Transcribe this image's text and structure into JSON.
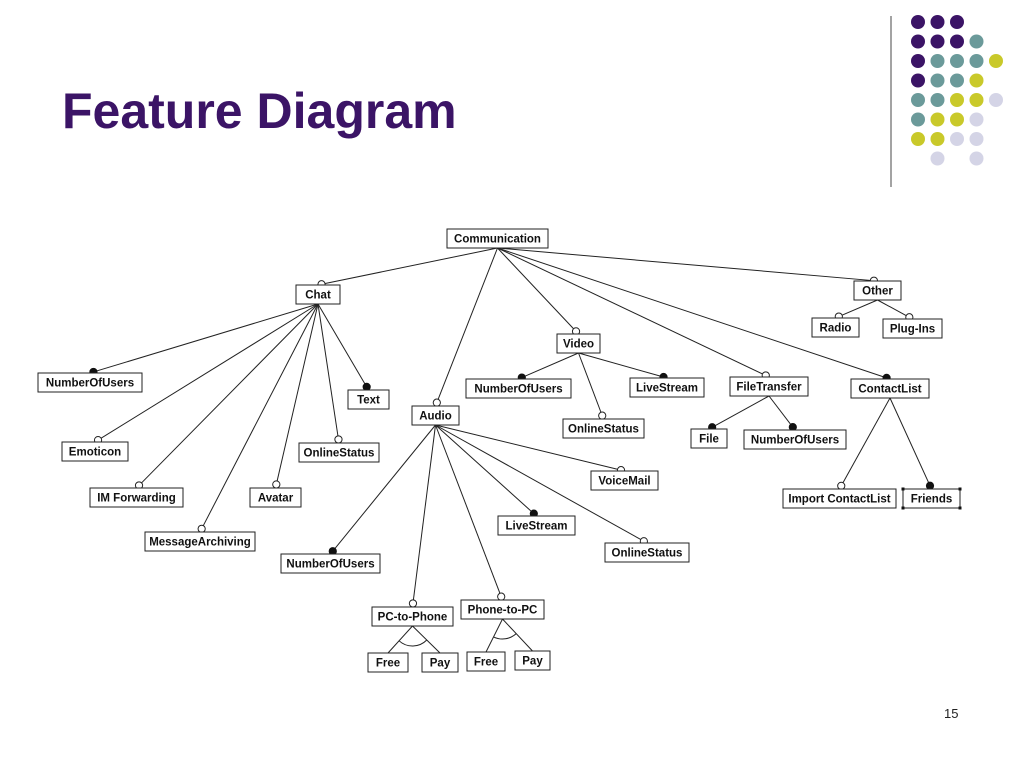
{
  "slide": {
    "title": "Feature Diagram",
    "page_number": "15"
  },
  "colors": {
    "title": "#3b1466",
    "dot_purple": "#3b1466",
    "dot_teal": "#6b9a9a",
    "dot_yellow": "#c9c92a",
    "dot_lavender": "#d4d4e6",
    "divider": "#666666"
  },
  "decor_dots_grid": [
    [
      "purple",
      "purple",
      "purple",
      "",
      ""
    ],
    [
      "purple",
      "purple",
      "purple",
      "teal",
      ""
    ],
    [
      "purple",
      "teal",
      "teal",
      "teal",
      "yellow"
    ],
    [
      "purple",
      "teal",
      "teal",
      "yellow",
      ""
    ],
    [
      "teal",
      "teal",
      "yellow",
      "yellow",
      "lavender"
    ],
    [
      "teal",
      "yellow",
      "yellow",
      "lavender",
      ""
    ],
    [
      "yellow",
      "yellow",
      "lavender",
      "lavender",
      ""
    ],
    [
      "",
      "lavender",
      "",
      "lavender",
      ""
    ]
  ],
  "diagram": {
    "nodes": {
      "communication": "Communication",
      "chat": "Chat",
      "other": "Other",
      "radio": "Radio",
      "plugins": "Plug-Ins",
      "video": "Video",
      "chat_numberofusers": "NumberOfUsers",
      "text": "Text",
      "audio": "Audio",
      "video_numberofusers": "NumberOfUsers",
      "video_livestream": "LiveStream",
      "filetransfer": "FileTransfer",
      "contactlist": "ContactList",
      "emoticon": "Emoticon",
      "chat_onlinestatus": "OnlineStatus",
      "video_onlinestatus": "OnlineStatus",
      "file": "File",
      "ft_numberofusers": "NumberOfUsers",
      "voicemail": "VoiceMail",
      "imforwarding": "IM Forwarding",
      "avatar": "Avatar",
      "import_contactlist": "Import ContactList",
      "friends": "Friends",
      "audio_livestream": "LiveStream",
      "messagearchiving": "MessageArchiving",
      "audio_onlinestatus": "OnlineStatus",
      "audio_numberofusers": "NumberOfUsers",
      "phone_to_pc": "Phone-to-PC",
      "pc_to_phone": "PC-to-Phone",
      "p2p_free": "Free",
      "p2p_pay": "Pay",
      "ph2pc_free": "Free",
      "ph2pc_pay": "Pay"
    },
    "edges": [
      {
        "from": "communication",
        "to": "chat",
        "kind": "optional"
      },
      {
        "from": "communication",
        "to": "other",
        "kind": "optional"
      },
      {
        "from": "communication",
        "to": "video",
        "kind": "optional"
      },
      {
        "from": "communication",
        "to": "audio",
        "kind": "optional"
      },
      {
        "from": "communication",
        "to": "filetransfer",
        "kind": "optional"
      },
      {
        "from": "communication",
        "to": "contactlist",
        "kind": "mandatory"
      },
      {
        "from": "other",
        "to": "radio",
        "kind": "optional"
      },
      {
        "from": "other",
        "to": "plugins",
        "kind": "optional"
      },
      {
        "from": "chat",
        "to": "chat_numberofusers",
        "kind": "mandatory"
      },
      {
        "from": "chat",
        "to": "text",
        "kind": "mandatory"
      },
      {
        "from": "chat",
        "to": "emoticon",
        "kind": "optional"
      },
      {
        "from": "chat",
        "to": "chat_onlinestatus",
        "kind": "optional"
      },
      {
        "from": "chat",
        "to": "imforwarding",
        "kind": "optional"
      },
      {
        "from": "chat",
        "to": "avatar",
        "kind": "optional"
      },
      {
        "from": "chat",
        "to": "messagearchiving",
        "kind": "optional"
      },
      {
        "from": "video",
        "to": "video_numberofusers",
        "kind": "mandatory"
      },
      {
        "from": "video",
        "to": "video_livestream",
        "kind": "mandatory"
      },
      {
        "from": "video",
        "to": "video_onlinestatus",
        "kind": "optional"
      },
      {
        "from": "filetransfer",
        "to": "file",
        "kind": "mandatory"
      },
      {
        "from": "filetransfer",
        "to": "ft_numberofusers",
        "kind": "mandatory"
      },
      {
        "from": "contactlist",
        "to": "import_contactlist",
        "kind": "optional"
      },
      {
        "from": "contactlist",
        "to": "friends",
        "kind": "mandatory"
      },
      {
        "from": "audio",
        "to": "audio_numberofusers",
        "kind": "mandatory"
      },
      {
        "from": "audio",
        "to": "pc_to_phone",
        "kind": "optional"
      },
      {
        "from": "audio",
        "to": "phone_to_pc",
        "kind": "optional"
      },
      {
        "from": "audio",
        "to": "audio_livestream",
        "kind": "mandatory"
      },
      {
        "from": "audio",
        "to": "audio_onlinestatus",
        "kind": "optional"
      },
      {
        "from": "audio",
        "to": "voicemail",
        "kind": "optional"
      },
      {
        "from": "pc_to_phone",
        "to": "p2p_free",
        "kind": "alternative"
      },
      {
        "from": "pc_to_phone",
        "to": "p2p_pay",
        "kind": "alternative"
      },
      {
        "from": "phone_to_pc",
        "to": "ph2pc_free",
        "kind": "alternative"
      },
      {
        "from": "phone_to_pc",
        "to": "ph2pc_pay",
        "kind": "alternative"
      }
    ]
  }
}
